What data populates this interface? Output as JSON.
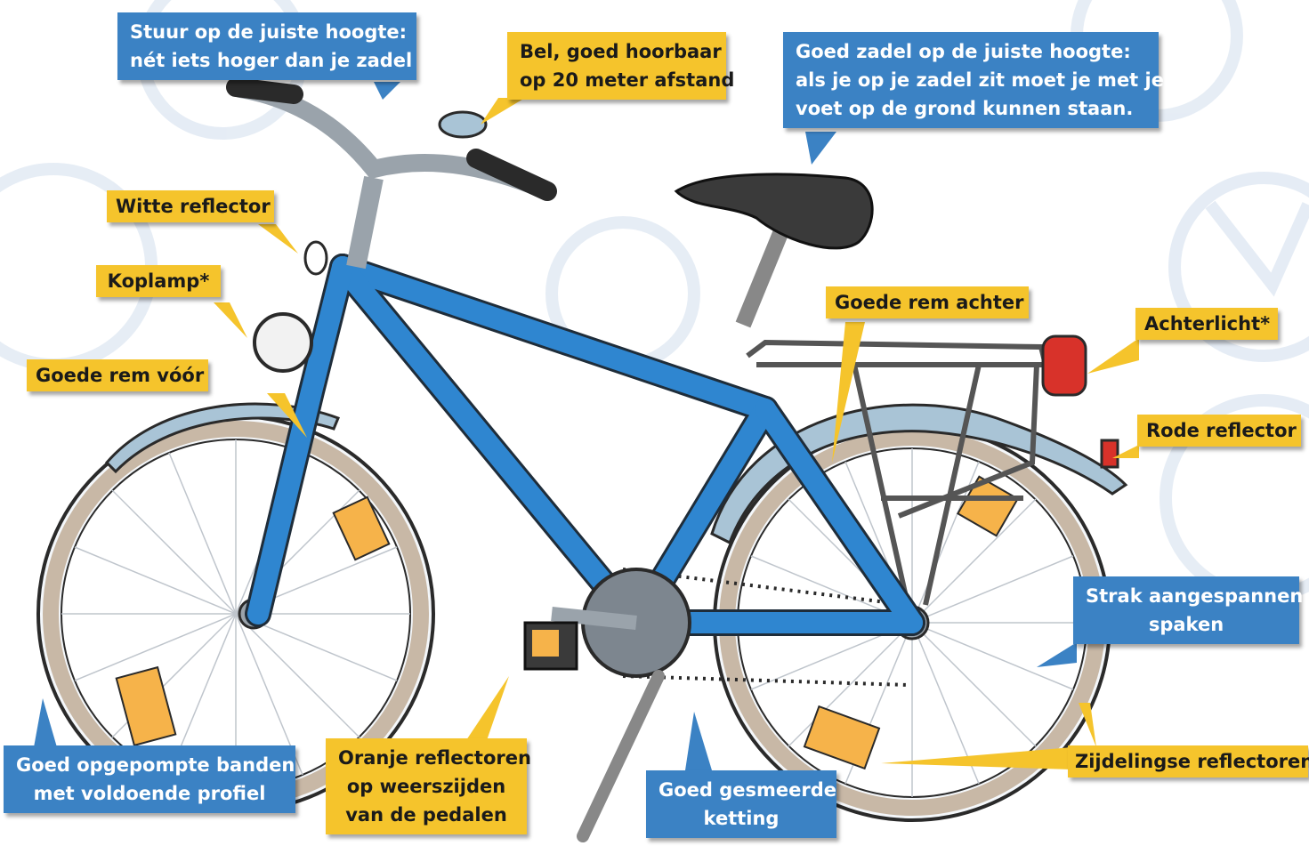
{
  "colors": {
    "blue_callout": "#3b82c4",
    "yellow_callout": "#f5c42c",
    "frame": "#2f86d0",
    "fender": "#a9c4d6",
    "reflector": "#f6b34a",
    "tail_light": "#d8322a"
  },
  "labels": {
    "handlebar": {
      "line1": "Stuur op de juiste hoogte:",
      "line2": "nét iets hoger dan je zadel"
    },
    "bell": {
      "line1": "Bel, goed hoorbaar",
      "line2": "op 20 meter afstand"
    },
    "saddle": {
      "line1": "Goed zadel op de juiste hoogte:",
      "line2": "als je op je zadel zit moet je met je",
      "line3": "voet op de grond kunnen staan."
    },
    "white_reflector": "Witte reflector",
    "headlamp": "Koplamp*",
    "front_brake": "Goede rem vóór",
    "rear_brake": "Goede rem achter",
    "rear_light": "Achterlicht*",
    "red_reflector": "Rode reflector",
    "spokes": {
      "line1": "Strak aangespannen",
      "line2": "spaken"
    },
    "side_reflectors": "Zijdelingse reflectoren",
    "tyres": {
      "line1": "Goed opgepompte banden",
      "line2": "met voldoende profiel"
    },
    "pedal_reflectors": {
      "line1": "Oranje reflectoren",
      "line2": "op weerszijden",
      "line3": "van de pedalen"
    },
    "chain": {
      "line1": "Goed gesmeerde",
      "line2": "ketting"
    }
  }
}
